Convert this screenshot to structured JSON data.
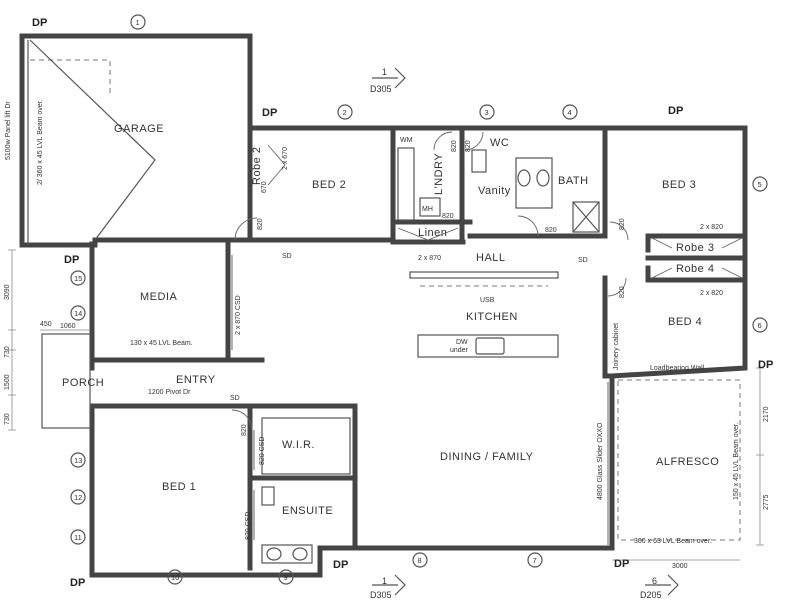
{
  "rooms": {
    "garage": "GARAGE",
    "bed2": "BED 2",
    "robe2": "Robe 2",
    "wm": "WM",
    "laundry": "L'NDRY",
    "mh": "MH",
    "linen": "Linen",
    "wc": "WC",
    "vanity": "Vanity",
    "bath": "BATH",
    "bed3": "BED 3",
    "robe3": "Robe 3",
    "robe4": "Robe 4",
    "bed4": "BED 4",
    "hall": "HALL",
    "kitchen": "KITCHEN",
    "media": "MEDIA",
    "porch": "PORCH",
    "entry": "ENTRY",
    "bed1": "BED 1",
    "wir": "W.I.R.",
    "ensuite": "ENSUITE",
    "dining": "DINING / FAMILY",
    "alfresco": "ALFRESCO"
  },
  "notes": {
    "garage_panel": "5100w Panel lift Dr",
    "garage_beam": "2/ 360 x 45 LVL Beam over.",
    "bed2_door": "2 x 670",
    "robe2_door": "670",
    "d820": "820",
    "linen_door": "2 x 870",
    "usb": "USB",
    "robe3_door": "2 x 820",
    "robe4_door": "2 x 820",
    "joinery": "Joinery cabinet",
    "loadbearing": "Loadbearing Wall",
    "dw": "DW",
    "under": "under",
    "media_csd": "2 x 870 CSD",
    "porch_beam": "130 x 45 LVL Beam.",
    "pivot": "1200 Pivot Dr",
    "wir_csd": "820 CSD",
    "ensuite_csd": "820 CSD",
    "slider": "4800 Glass Slider OXXO",
    "alfresco_beam": "150 x 45 LVL Beam over.",
    "alfresco_beam2": "300 x 63 LVL Beam over.",
    "sd": "SD"
  },
  "dims": {
    "d3090": "3090",
    "d1060": "1060",
    "d450": "450",
    "d730a": "730",
    "d1500": "1500",
    "d730b": "730",
    "d2170": "2170",
    "d2775": "2775",
    "d3000": "3000"
  },
  "downpipe": "DP",
  "grid": [
    "1",
    "2",
    "3",
    "4",
    "5",
    "6",
    "7",
    "8",
    "9",
    "10",
    "11",
    "12",
    "13",
    "14",
    "15"
  ],
  "sections": {
    "top_num": "1",
    "top_ref": "D305",
    "bottom_num": "1",
    "bottom_ref": "D305",
    "right_num": "6",
    "right_ref": "D205"
  }
}
